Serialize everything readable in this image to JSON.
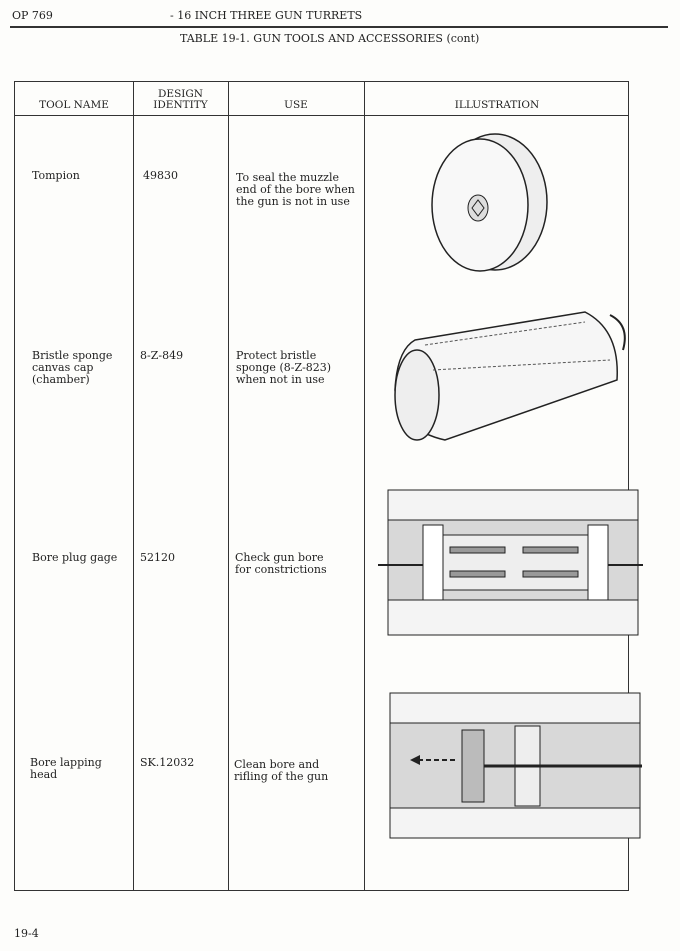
{
  "header": {
    "doc_id": "OP 769",
    "title": "- 16 INCH THREE GUN TURRETS",
    "table_title": "TABLE 19-1.  GUN TOOLS AND ACCESSORIES (cont)"
  },
  "table": {
    "columns": [
      "TOOL NAME",
      "DESIGN\nIDENTITY",
      "USE",
      "ILLUSTRATION"
    ],
    "rows": [
      {
        "name": "Tompion",
        "identity": "49830",
        "use": "To seal the muzzle\nend of the bore when\nthe gun is not in use",
        "illustration": "tompion-drawing"
      },
      {
        "name": "Bristle sponge\ncanvas cap\n(chamber)",
        "identity": "8-Z-849",
        "use": "Protect bristle\nsponge (8-Z-823)\nwhen not in use",
        "illustration": "canvas-cap-drawing"
      },
      {
        "name": "Bore plug gage",
        "identity": "52120",
        "use": "Check gun bore\nfor constrictions",
        "illustration": "bore-plug-gage-drawing"
      },
      {
        "name": "Bore lapping\nhead",
        "identity": "SK.12032",
        "use": "Clean bore and\nrifling of the gun",
        "illustration": "bore-lapping-head-drawing"
      }
    ]
  },
  "footer": {
    "page_number": "19-4"
  }
}
